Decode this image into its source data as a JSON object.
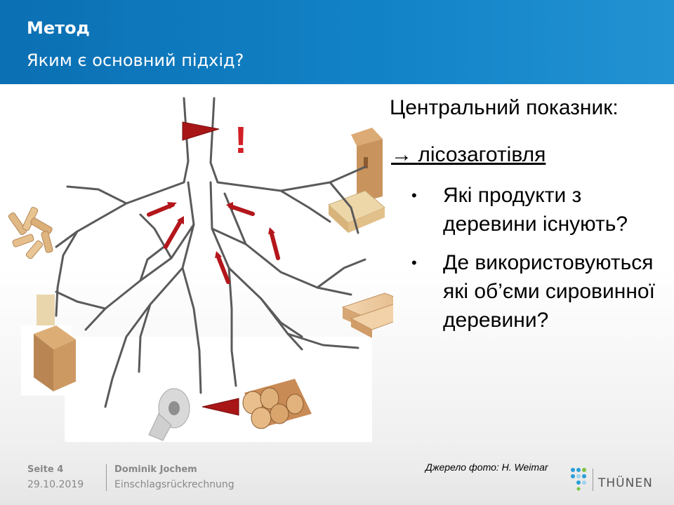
{
  "header": {
    "title": "Метод",
    "subtitle": "Яким є основний підхід?"
  },
  "diagram": {
    "exclamation": "!"
  },
  "content": {
    "central_label": "Центральний показник:",
    "focus_arrow": "→",
    "focus_text": "лісозаготівля",
    "bullets": [
      {
        "marker": "•",
        "text": "Які продукти з деревини існують?"
      },
      {
        "marker": "•",
        "text": "Де використовуються які об’єми сировинної деревини?"
      }
    ]
  },
  "photo_source": "Джерело фото: H. Weimar",
  "footer": {
    "page": "Seite 4",
    "date": "29.10.2019",
    "author": "Dominik Jochem",
    "topic": "Einschlagsrückrechnung"
  },
  "logo": {
    "text": "THÜNEN"
  },
  "colors": {
    "header_blue": "#0b6fb3",
    "arrow_red": "#b3161b",
    "footer_gray": "#888888"
  }
}
